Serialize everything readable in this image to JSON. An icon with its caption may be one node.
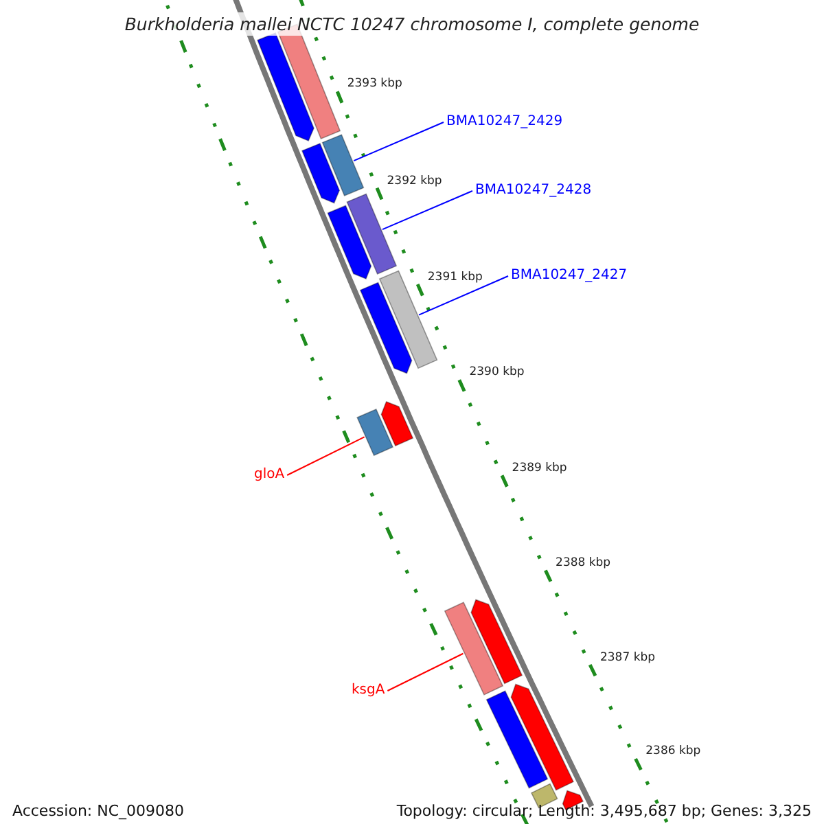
{
  "diagram": {
    "title": "Burkholderia mallei NCTC 10247 chromosome I, complete genome",
    "nodes": [
      {
        "text": [
          "BMA10247_2429"
        ]
      },
      {
        "text": [
          "BMA10247_2428"
        ]
      },
      {
        "text": [
          "BMA10247_2427"
        ]
      },
      {
        "text": [
          "gloA"
        ]
      },
      {
        "text": [
          "ksgA"
        ]
      },
      {
        "text": [],
        "shape": "box"
      },
      {
        "text": [],
        "shape": "box"
      },
      {
        "text": [],
        "shape": "box"
      },
      {
        "text": [],
        "shape": "box"
      },
      {
        "text": [],
        "shape": "box"
      },
      {
        "text": [],
        "shape": "box"
      },
      {
        "text": [],
        "shape": "box"
      },
      {
        "text": [],
        "shape": "box"
      },
      {
        "text": [],
        "shape": "box"
      },
      {
        "text": [],
        "shape": "box"
      },
      {
        "text": [],
        "shape": "box"
      },
      {
        "text": [],
        "shape": "box"
      },
      {
        "text": [],
        "shape": "box"
      },
      {
        "text": [],
        "shape": "box"
      },
      {
        "text": [],
        "shape": "box"
      },
      {
        "text": [],
        "shape": "box"
      }
    ],
    "edges": [
      {
        "from": 0,
        "to": 7,
        "arrow": "none"
      },
      {
        "from": 1,
        "to": 9,
        "arrow": "none"
      },
      {
        "from": 2,
        "to": 11,
        "arrow": "none"
      },
      {
        "from": 3,
        "to": 14,
        "arrow": "none",
        "color": "#ff0000"
      },
      {
        "from": 4,
        "to": 15,
        "arrow": "none",
        "color": "#ff0000"
      }
    ],
    "labels": [
      "2393 kbp",
      "2392 kbp",
      "2391 kbp",
      "2390 kbp",
      "2389 kbp",
      "2388 kbp",
      "2387 kbp",
      "2386 kbp",
      "Accession: NC_009080",
      "Topology: circular; Length: 3,495,687 bp; Genes: 3,325"
    ]
  }
}
